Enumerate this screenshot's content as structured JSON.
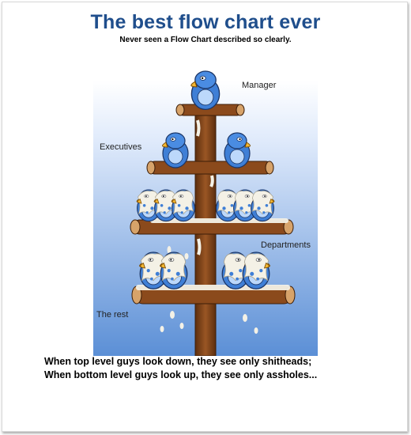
{
  "title": "The best flow chart ever",
  "subtitle": "Never seen a Flow Chart described so clearly.",
  "labels": {
    "manager": "Manager",
    "executives": "Executives",
    "departments": "Departments",
    "the_rest": "The rest"
  },
  "caption": {
    "line1": "When top level guys look down, they see only shitheads;",
    "line2": "When bottom level guys look up, they see only assholes..."
  },
  "colors": {
    "title": "#1f4e8c",
    "sky_top": "#ffffff",
    "sky_bottom": "#5b8fd6",
    "wood": "#8b4a1c",
    "bird": "#3f7fd6",
    "beak": "#f2b632",
    "droppings": "#f4f1e6"
  }
}
